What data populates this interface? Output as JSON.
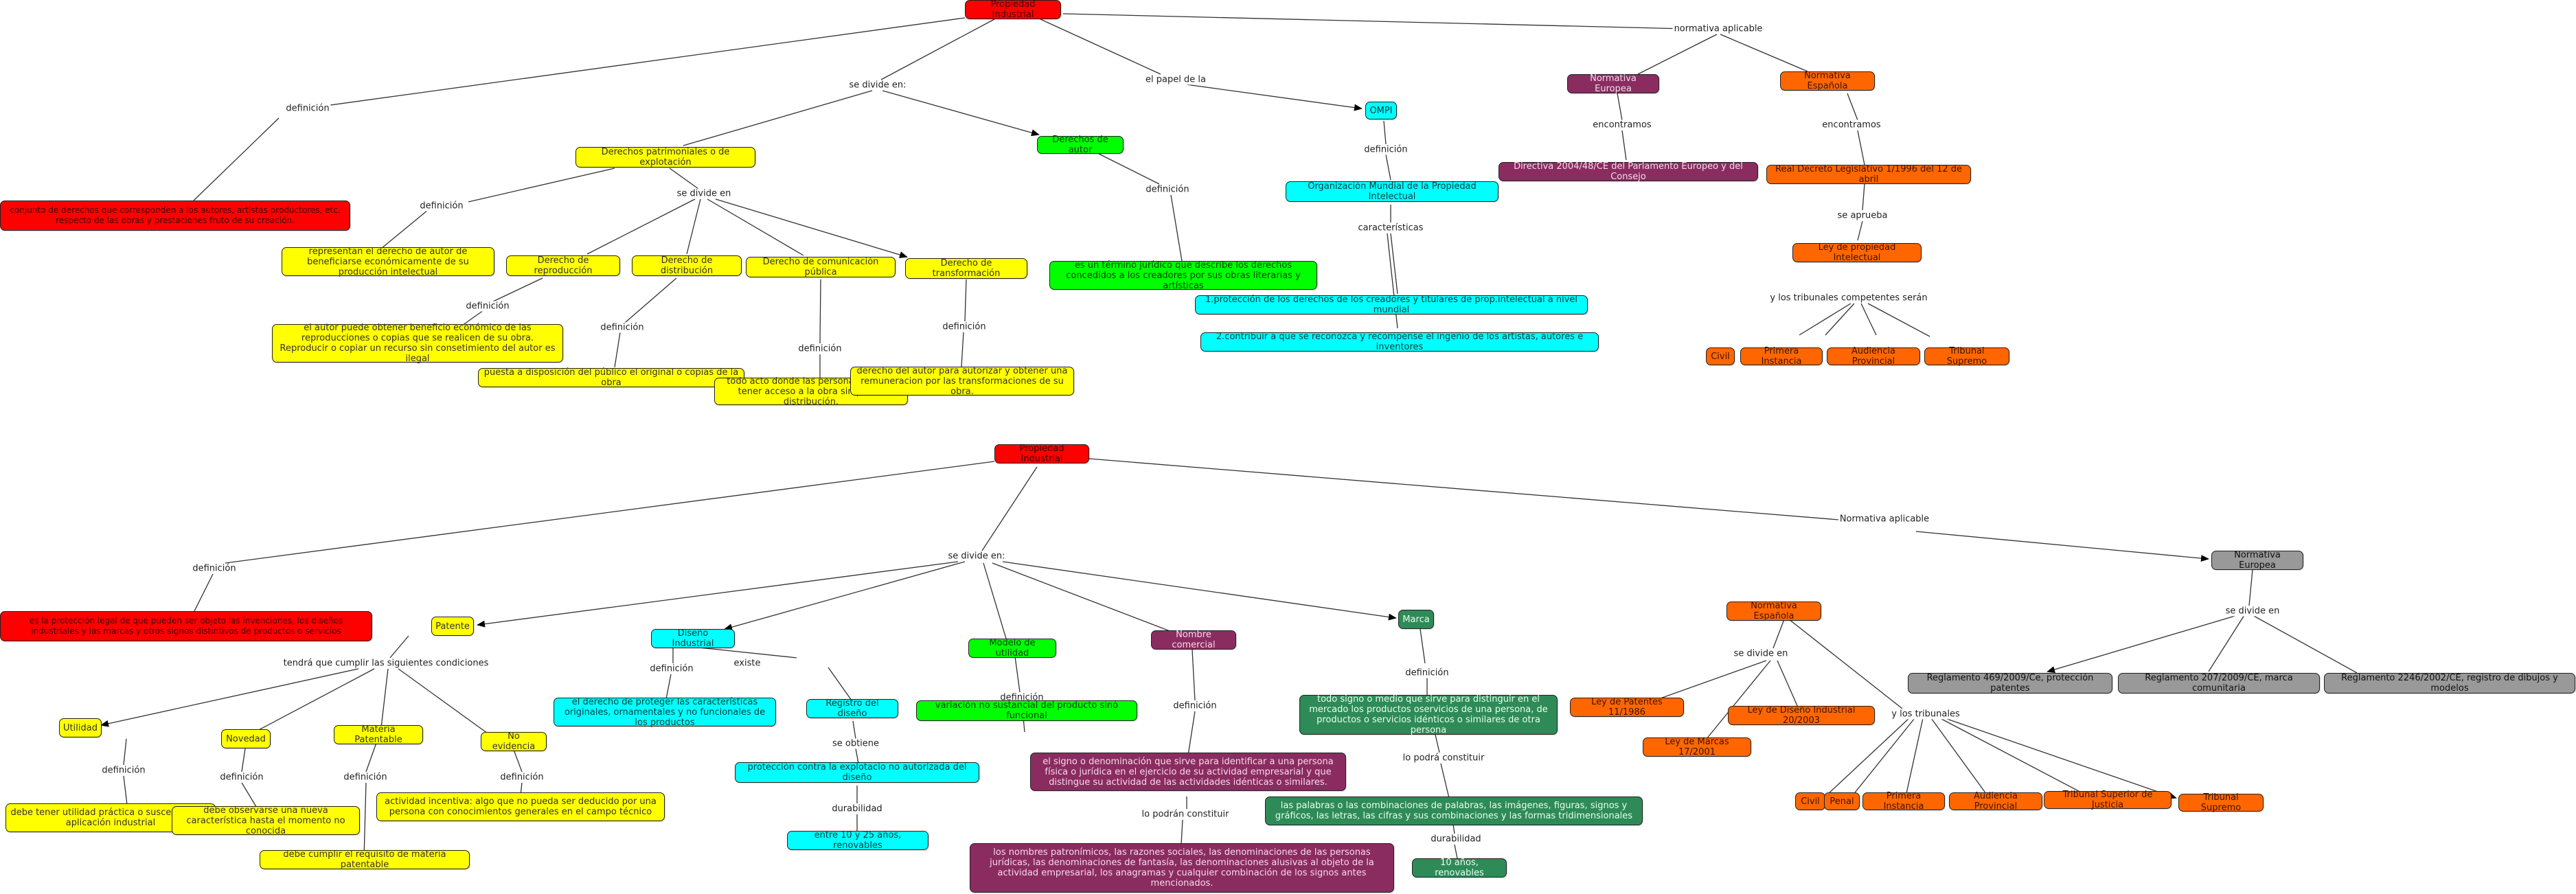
{
  "map1": {
    "root": "Propiedad Industrial",
    "l_definicion": "definición",
    "def_main": "conjunto de derechos que corresponden a los autores, artistas productores, etc. respecto de las obras y prestaciones fruto de su creación.",
    "l_se_divide": "se divide en:",
    "patrimoniales": "Derechos patrimoniales o de explotación",
    "l_def_patri": "definición",
    "def_patri": "representan el derecho de autor de beneficiarse económicamente de su producción intelectual",
    "l_se_divide_en": "se divide en",
    "reproduccion": "Derecho de reproducción",
    "distribucion": "Derecho de distribución",
    "comunicacion": "Derecho de comunicación pública",
    "transformacion": "Derecho de transformación",
    "l_def_rep": "definición",
    "def_rep": "el autor puede obtener beneficio económico de las reproducciones o copias que se realicen de su obra. Reproducir o copiar un recurso sin consetimiento del autor es ilegal",
    "l_def_dist": "definición",
    "def_dist": "puesta a disposición del público el original o copias de la obra",
    "l_def_com": "definición",
    "def_com": "todo acto donde las personas pueden tener acceso a la obra sin previa distribución.",
    "l_def_trans": "definición",
    "def_trans": "derecho del autor para autorizar y obtener una remuneracion por las transformaciones de su obra.",
    "autor": "Derechos de autor",
    "l_def_autor": "definición",
    "def_autor": "es un término jurídico que describe los derechos concedidos a los creadores por sus obras literarias y artísticas",
    "l_papel": "el papel de la",
    "ompi": "OMPI",
    "l_def_ompi": "definición",
    "org": "Organización Mundial de la Propiedad Intelectual",
    "l_caract": "características",
    "car1": "1.protección de los derechos de los creadores y titulares de prop.intelectual a nivel mundial",
    "car2": "2.contribuir a que se reconozca y recompense el ingenio de los artistas, autores e inventores",
    "l_normativa": "normativa aplicable",
    "n_europea": "Normativa Europea",
    "l_encontramos1": "encontramos",
    "directiva": "Directiva 2004/48/CE del Parlamento Europeo y del Consejo",
    "n_espanola": "Normativa Española",
    "l_encontramos2": "encontramos",
    "decreto": "Real Decreto Legislativo 1/1996 del 12 de abril",
    "l_aprueba": "se aprueba",
    "ley_pi": "Ley de propiedad Intelectual",
    "l_tribunales": "y los tribunales competentes serán",
    "t_civil": "Civil",
    "t_primera": "Primera Instancia",
    "t_audiencia": "Audiencia Provincial",
    "t_supremo": "Tribunal Supremo"
  },
  "map2": {
    "root": "Propiedad Industrial",
    "l_definicion": "definición",
    "def_main": "es la protección legal de que pueden ser objeto las invenciones, los diseños industriales y las marcas y otros signos distintivos de productos o servicios",
    "l_se_divide": "se divide en:",
    "patente": "Patente",
    "l_condiciones": "tendrá que cumplir las siguientes condiciones",
    "utilidad": "Utilidad",
    "novedad": "Novedad",
    "materia": "Materia Patentable",
    "evidencia": "No evidencia",
    "l_def_util": "definición",
    "def_util": "debe tener utilidad práctica o susceptible de aplicación industrial",
    "l_def_nov": "definición",
    "def_nov": "debe observarse una nueva característica hasta el momento no conocida",
    "l_def_mat": "definición",
    "def_mat": "debe cumplir el requisito de materia patentable",
    "l_def_evi": "definición",
    "def_evi": "actividad incentiva: algo que no pueda ser deducido por una persona con conocimientos generales en el campo técnico",
    "diseno": "Diseño Industrial",
    "l_def_dis": "definición",
    "def_dis": "el derecho de proteger las características originales, ornamentales y no funcionales de los productos",
    "l_existe": "existe",
    "registro": "Registro del diseño",
    "l_obtiene": "se obtiene",
    "proteccion": "protección contra la explotacio no autorizada del diseño",
    "l_durab": "durabilidad",
    "anos_reg": "entre 10 y 25 años, renovables",
    "modelo": "Modelo de utilidad",
    "l_def_mod": "definición",
    "def_mod": "variación no sustancial del producto sinó funcional",
    "nombre": "Nombre comercial",
    "l_def_nom": "definición",
    "def_nom": "el signo o denominación que sirve para identificar a una persona física o jurídica en el ejercicio de su actividad empresarial y que distingue su actividad de las actividades idénticas o similares.",
    "l_constituir_nom": "lo podrán constituir",
    "const_nom": "los nombres patronímicos, las razones sociales, las denominaciones de las personas jurídicas, las denominaciones de fantasía, las denominaciones alusivas al objeto de la actividad empresarial, los anagramas y cualquier combinación de los signos antes mencionados.",
    "marca": "Marca",
    "l_def_marca": "definición",
    "def_marca": "todo signo o medio que sirve para distinguir en el mercado los productos oservicios de una persona, de productos o servicios idénticos o similares de otra persona",
    "l_constituir_marca": "lo podrá constituir",
    "const_marca": "las palabras o las combinaciones de palabras, las imágenes, figuras, signos y gráficos, las letras, las cifras y sus combinaciones y las formas tridimensionales",
    "l_durab_marca": "durabilidad",
    "anos_marca": "10 años, renovables",
    "l_normativa": "Normativa aplicable",
    "n_europea": "Normativa Europea",
    "l_se_divide_eu": "se divide en",
    "reg1": "Reglamento 469/2009/Ce, protección patentes",
    "reg2": "Reglamento 207/2009/CE, marca comunitaria",
    "reg3": "Reglamento 2246/2002/CE, registro de dibujos y modelos",
    "n_espanola": "Normativa Española",
    "l_se_divide_es": "se divide en",
    "ley_patentes": "Ley de Patentes 11/1986",
    "ley_diseno": "Ley de Diseño Industrial 20/2003",
    "ley_marcas": "Ley de Marcas 17/2001",
    "l_tribunales": "y los tribunales",
    "t_civil": "Civil",
    "t_penal": "Penal",
    "t_primera": "Primera Instancia",
    "t_audiencia": "Audiencia Provincial",
    "t_superior": "Tribunal Superior de Justicia",
    "t_supremo": "Tribunal Supremo"
  }
}
